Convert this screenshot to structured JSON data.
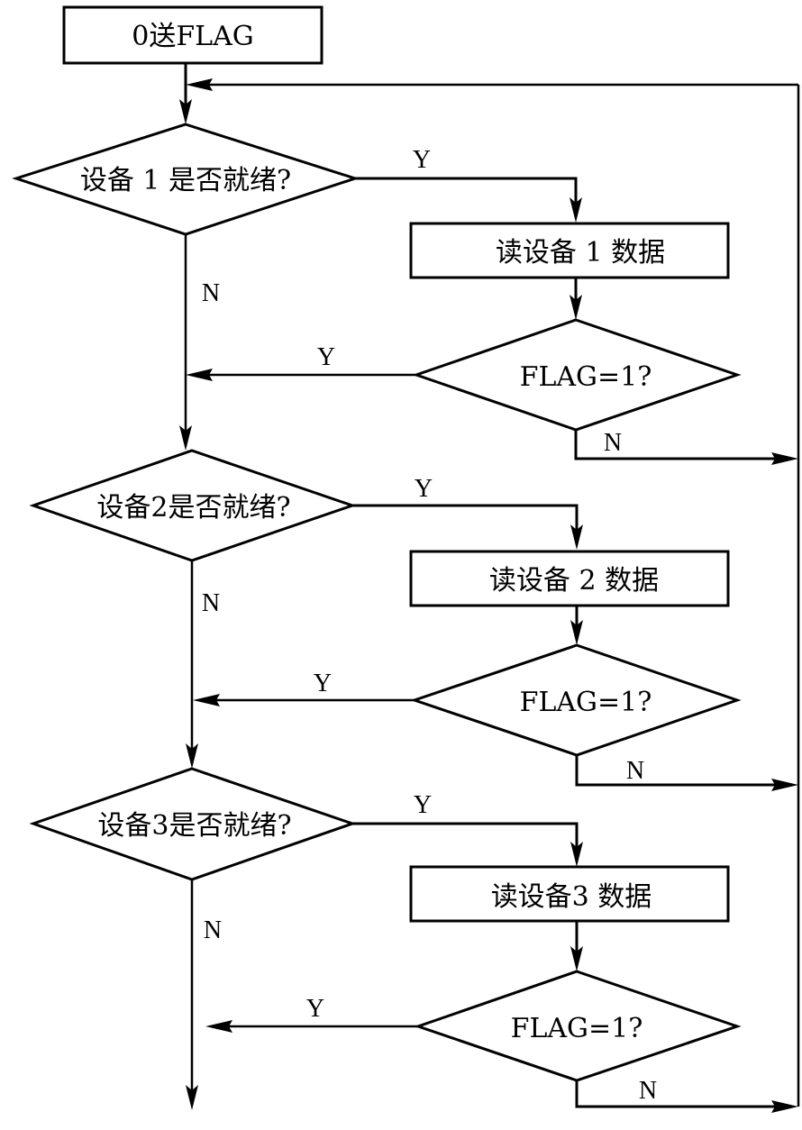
{
  "diagram": {
    "type": "flowchart",
    "colors": {
      "stroke": "#000000",
      "background": "#ffffff"
    },
    "start": {
      "label": "0送FLAG"
    },
    "devices": [
      {
        "ready_check": "设备 1 是否就绪?",
        "read_step": "读设备 1 数据",
        "flag_check": "FLAG=1?",
        "ready_yes": "Y",
        "ready_no": "N",
        "flag_yes": "Y",
        "flag_no": "N"
      },
      {
        "ready_check": "设备2是否就绪?",
        "read_step": "读设备 2 数据",
        "flag_check": "FLAG=1?",
        "ready_yes": "Y",
        "ready_no": "N",
        "flag_yes": "Y",
        "flag_no": "N"
      },
      {
        "ready_check": "设备3是否就绪?",
        "read_step": "读设备3 数据",
        "flag_check": "FLAG=1?",
        "ready_yes": "Y",
        "ready_no": "N",
        "flag_yes": "Y",
        "flag_no": "N"
      }
    ]
  }
}
